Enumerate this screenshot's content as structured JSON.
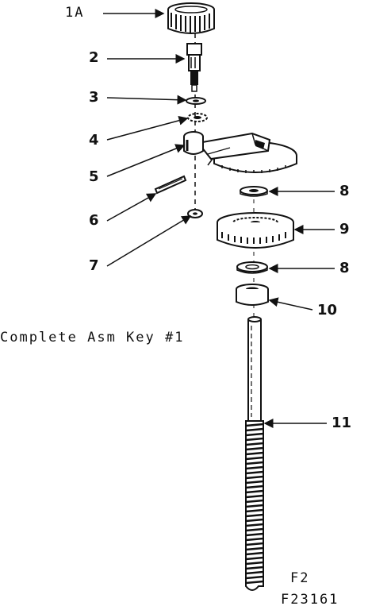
{
  "labels": {
    "k1a": "1A",
    "k2": "2",
    "k3": "3",
    "k4": "4",
    "k5": "5",
    "k6": "6",
    "k7": "7",
    "k8a": "8",
    "k8b": "8",
    "k9": "9",
    "k10": "10",
    "k11": "11"
  },
  "caption": "Complete Asm Key #1",
  "figure_id": "F2",
  "part_number": "F23161",
  "colors": {
    "ink": "#111111",
    "paper": "#ffffff"
  }
}
